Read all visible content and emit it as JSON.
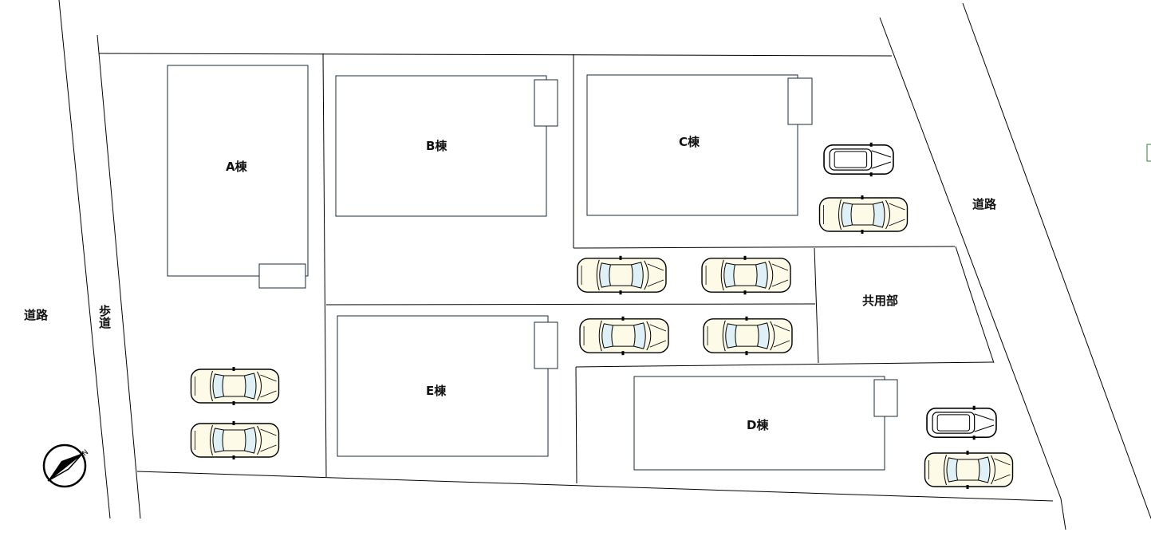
{
  "labels": {
    "building_a": "A棟",
    "building_b": "B棟",
    "building_c": "C棟",
    "building_d": "D棟",
    "building_e": "E棟",
    "road_left": "道路",
    "road_right": "道路",
    "sidewalk": "歩道",
    "common_area": "共用部",
    "north_marker": "N"
  },
  "colors": {
    "car_body": "#fdfbe8",
    "car_glass": "#dff0f6",
    "line": "#000000",
    "building_border": "#1c2a3a",
    "edge_mark": "#2e7d32"
  },
  "icons": {
    "compass": "north-arrow-icon",
    "car": "car-icon"
  }
}
